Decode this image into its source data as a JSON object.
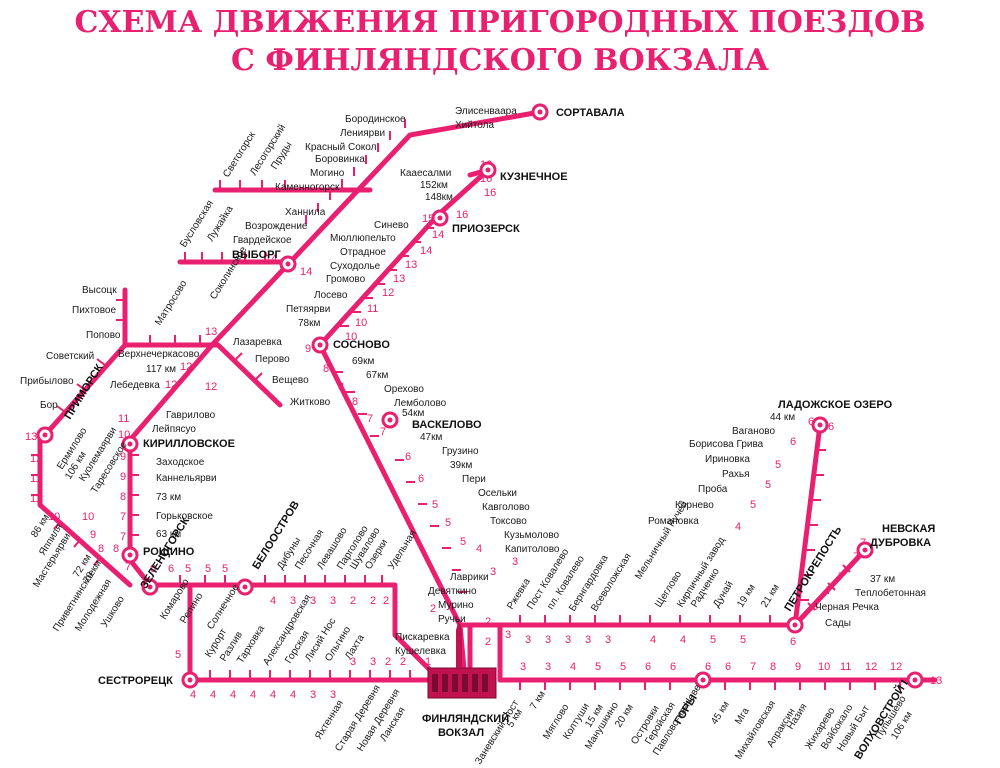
{
  "title": {
    "line1": "СХЕМА ДВИЖЕНИЯ ПРИГОРОДНЫХ ПОЕЗДОВ",
    "line2": "С ФИНЛЯНДСКОГО ВОКЗАЛА"
  },
  "colors": {
    "track": "#e8206f",
    "text": "#1a1a1a",
    "background": "#ffffff",
    "station_fill": "#ffffff"
  },
  "terminus": {
    "label1": "ФИНЛЯНДСКИЙ",
    "label2": "ВОКЗАЛ",
    "icon": "station-building-icon"
  },
  "major_stations": [
    {
      "id": "sortavala",
      "name": "СОРТАВАЛА"
    },
    {
      "id": "kuznechnoe",
      "name": "КУЗНЕЧНОЕ"
    },
    {
      "id": "priozersk",
      "name": "ПРИОЗЕРСК"
    },
    {
      "id": "vyborg",
      "name": "ВЫБОРГ"
    },
    {
      "id": "sosnovo",
      "name": "СОСНОВО"
    },
    {
      "id": "vaskelovo",
      "name": "ВАСКЕЛОВО"
    },
    {
      "id": "primorsk",
      "name": "ПРИМОРСК"
    },
    {
      "id": "kirillovskoe",
      "name": "КИРИЛЛОВСКОЕ"
    },
    {
      "id": "roshchino",
      "name": "РОЩИНО"
    },
    {
      "id": "zelenogorsk",
      "name": "ЗЕЛЕНОГОРСК"
    },
    {
      "id": "beloostrov",
      "name": "БЕЛООСТРОВ"
    },
    {
      "id": "sestroretsk",
      "name": "СЕСТРОРЕЦК"
    },
    {
      "id": "ladozhskoe",
      "name": "ЛАДОЖСКОЕ ОЗЕРО"
    },
    {
      "id": "nevskaya1",
      "name": "НЕВСКАЯ"
    },
    {
      "id": "nevskaya2",
      "name": "ДУБРОВКА"
    },
    {
      "id": "petrokrepost",
      "name": "ПЕТРОКРЕПОСТЬ"
    },
    {
      "id": "gory",
      "name": "ГОРЫ"
    },
    {
      "id": "volkhovstroy",
      "name": "ВОЛХОВСТРОЙ I"
    }
  ],
  "stations": {
    "sortavala_line": [
      "Элисенваара",
      "Хийтола",
      "Бородинское",
      "Лениярви",
      "Красный Сокол",
      "Боровинка",
      "Могино",
      "Каменногорск",
      "Светогорск",
      "Лесогорский",
      "Пруды"
    ],
    "priozersk_line": [
      "Кааесалми",
      "152км",
      "148км",
      "Синево",
      "Мюллюпельто",
      "Отрадное",
      "Суходолье",
      "Громово",
      "Лосево",
      "Петяярви",
      "78км",
      "69км",
      "67км",
      "Орехово",
      "Лемболово",
      "54км",
      "47км",
      "Грузино",
      "39км",
      "Пери",
      "Осельки",
      "Кавголово",
      "Токсово",
      "Кузьмолово",
      "Капитолово",
      "Лаврики",
      "Девяткино",
      "Мурино",
      "Ручьи",
      "Пискаревка",
      "Кушелевка"
    ],
    "vyborg_line": [
      "Бусловская",
      "Лужайка",
      "Ханнила",
      "Возрождение",
      "Гвардейское",
      "Соколинское",
      "Матросово",
      "Лазаревка",
      "Перово",
      "Вещево",
      "Житково",
      "Верхнечеркасово",
      "117 км",
      "Лебедевка",
      "Гаврилово",
      "Лейпясуо",
      "Заходское",
      "Каннельярви",
      "73 км",
      "Горьковское",
      "63 км"
    ],
    "primorsk_line": [
      "Высоцк",
      "Пихтовое",
      "Попово",
      "Советский",
      "Прибылово",
      "Бор",
      "Ермилово",
      "106 км",
      "Куолемаярви",
      "Таресовское",
      "86 км",
      "Яппиля",
      "Мастерьярви",
      "72 км",
      "70 км",
      "Приветнинское",
      "Молодежная",
      "Ушково"
    ],
    "zelenogorsk_line": [
      "Комарово",
      "Репино",
      "Солнечное",
      "Дибуны",
      "Песочная",
      "Левашово",
      "Парголово",
      "Шувалово",
      "Озерки",
      "Удельная"
    ],
    "sestroretsk_line": [
      "Курорт",
      "Разлив",
      "Тарховка",
      "Александровская",
      "Горская",
      "Лисий Нос",
      "Ольгино",
      "Лахта",
      "Яхтенная",
      "Старая Деревня",
      "Новая Деревня",
      "Ланская"
    ],
    "ladoga_line": [
      "Ржевка",
      "Пост Ковалево",
      "пл. Ковалево",
      "Бернгардовка",
      "Всеволожская",
      "Мельничный Ручей",
      "Романовка",
      "Корнево",
      "Проба",
      "Рахья",
      "Ириновка",
      "Борисова Грива",
      "Ваганово",
      "44 км"
    ],
    "nevskaya_line": [
      "Щеглово",
      "Кирпичный завод",
      "Радченко",
      "Дунай",
      "19 км",
      "21 км",
      "Сады",
      "Черная Речка",
      "Теплобетонная",
      "37 км"
    ],
    "volkhov_line": [
      "Заневский Пост",
      "5 км",
      "7 км",
      "Мяглово",
      "Колтуши",
      "15 км",
      "Манушкино",
      "20 км",
      "Островки",
      "Павлово-на-Неве",
      "Геройская",
      "45 км",
      "Мга",
      "Михайловская",
      "Апраксин",
      "Назия",
      "Жихарево",
      "Войбокало",
      "Новый Быт",
      "Пупышево",
      "106 км"
    ]
  },
  "zones": [
    "1",
    "2",
    "3",
    "4",
    "5",
    "6",
    "7",
    "8",
    "9",
    "10",
    "11",
    "12",
    "13",
    "14",
    "15",
    "16"
  ]
}
